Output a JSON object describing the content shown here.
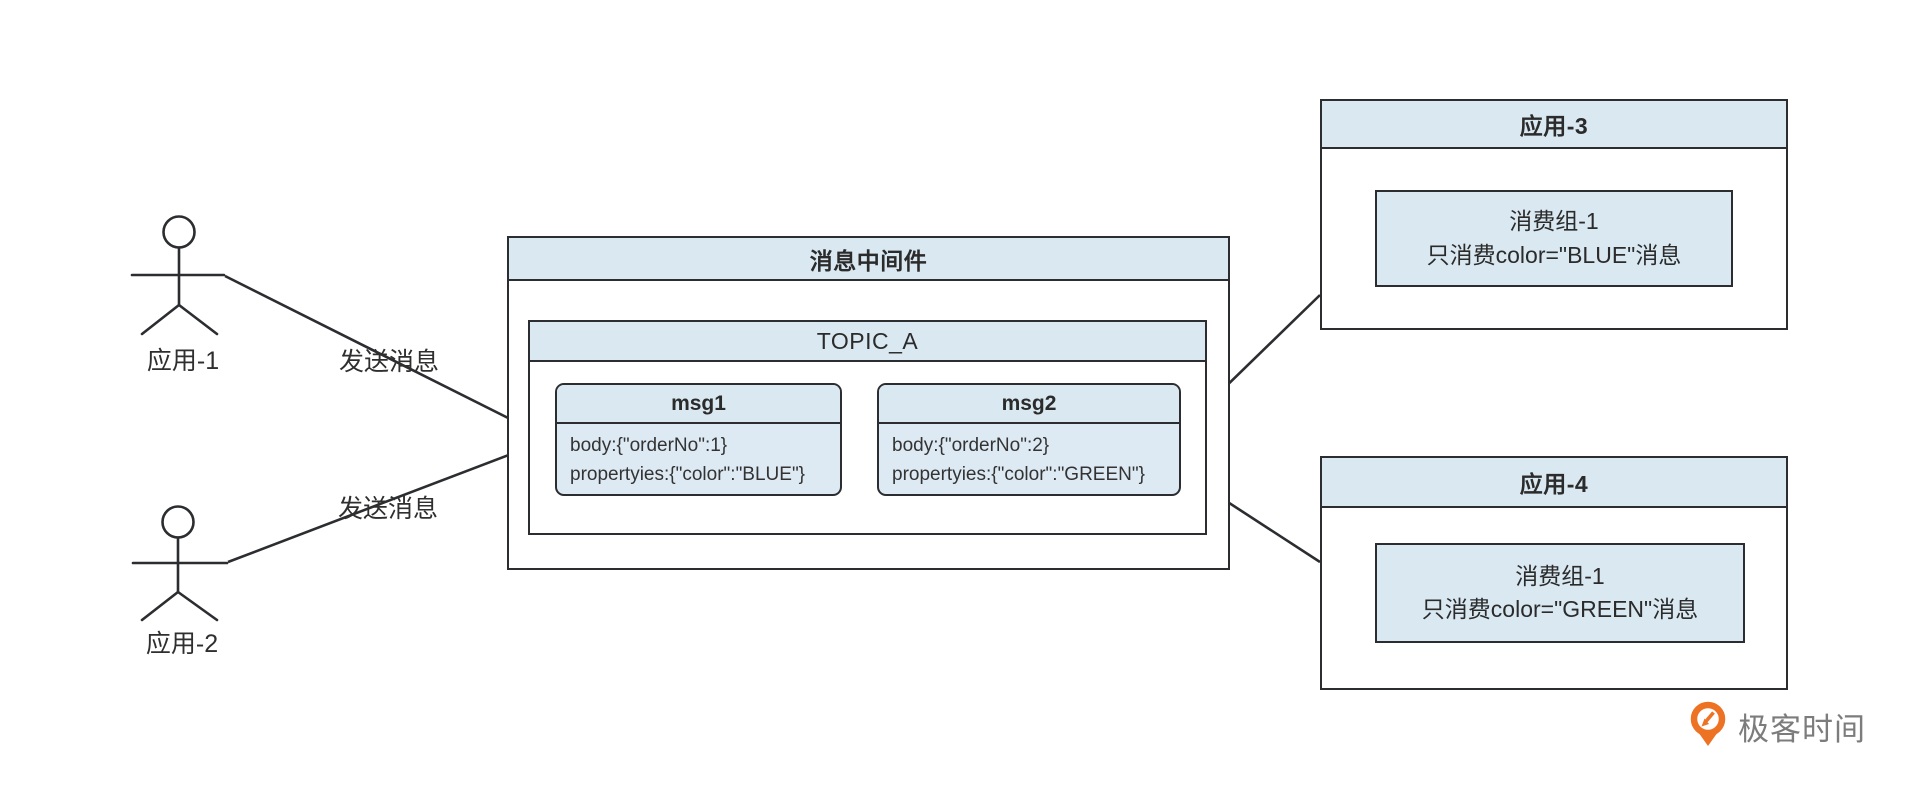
{
  "canvas": {
    "background": "#ffffff",
    "line_color": "#2b2d30",
    "fill_color": "#d9e8f1"
  },
  "actors": [
    {
      "label": "应用-1"
    },
    {
      "label": "应用-2"
    }
  ],
  "edges": [
    {
      "label": "发送消息"
    },
    {
      "label": "发送消息"
    }
  ],
  "middleware": {
    "title": "消息中间件",
    "topic": {
      "title": "TOPIC_A",
      "messages": [
        {
          "title": "msg1",
          "body_line": "body:{\"orderNo\":1}",
          "properties_line": "propertyies:{\"color\":\"BLUE\"}"
        },
        {
          "title": "msg2",
          "body_line": "body:{\"orderNo\":2}",
          "properties_line": "propertyies:{\"color\":\"GREEN\"}"
        }
      ]
    }
  },
  "consumers": [
    {
      "title": "应用-3",
      "group_name": "消费组-1",
      "group_desc": "只消费color=\"BLUE\"消息"
    },
    {
      "title": "应用-4",
      "group_name": "消费组-1",
      "group_desc": "只消费color=\"GREEN\"消息"
    }
  ],
  "branding": {
    "logo_text": "极客时间",
    "logo_color": "#ee7224",
    "logo_text_color": "#7c7c7c"
  }
}
